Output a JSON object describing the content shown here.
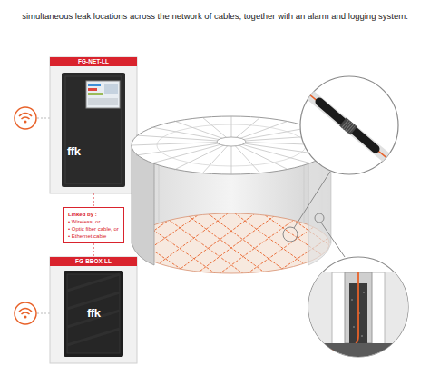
{
  "diagram": {
    "nodes": [
      {
        "text": [
          "FG-NET-LL"
        ]
      },
      {
        "text": [
          "Linked by :",
          "• Wireless, or",
          "• Optic fiber cable, or",
          "• Ethernet cable"
        ]
      },
      {
        "text": [
          "FG-BBOX-LL"
        ]
      }
    ],
    "edges": [
      {
        "from": 0,
        "to": 1,
        "arrow": "none"
      },
      {
        "from": 1,
        "to": 2,
        "arrow": "none"
      }
    ],
    "labels": [
      "simultaneous leak locations across the network of cables, together with an alarm and logging system.",
      "ffk",
      "ffk"
    ]
  }
}
